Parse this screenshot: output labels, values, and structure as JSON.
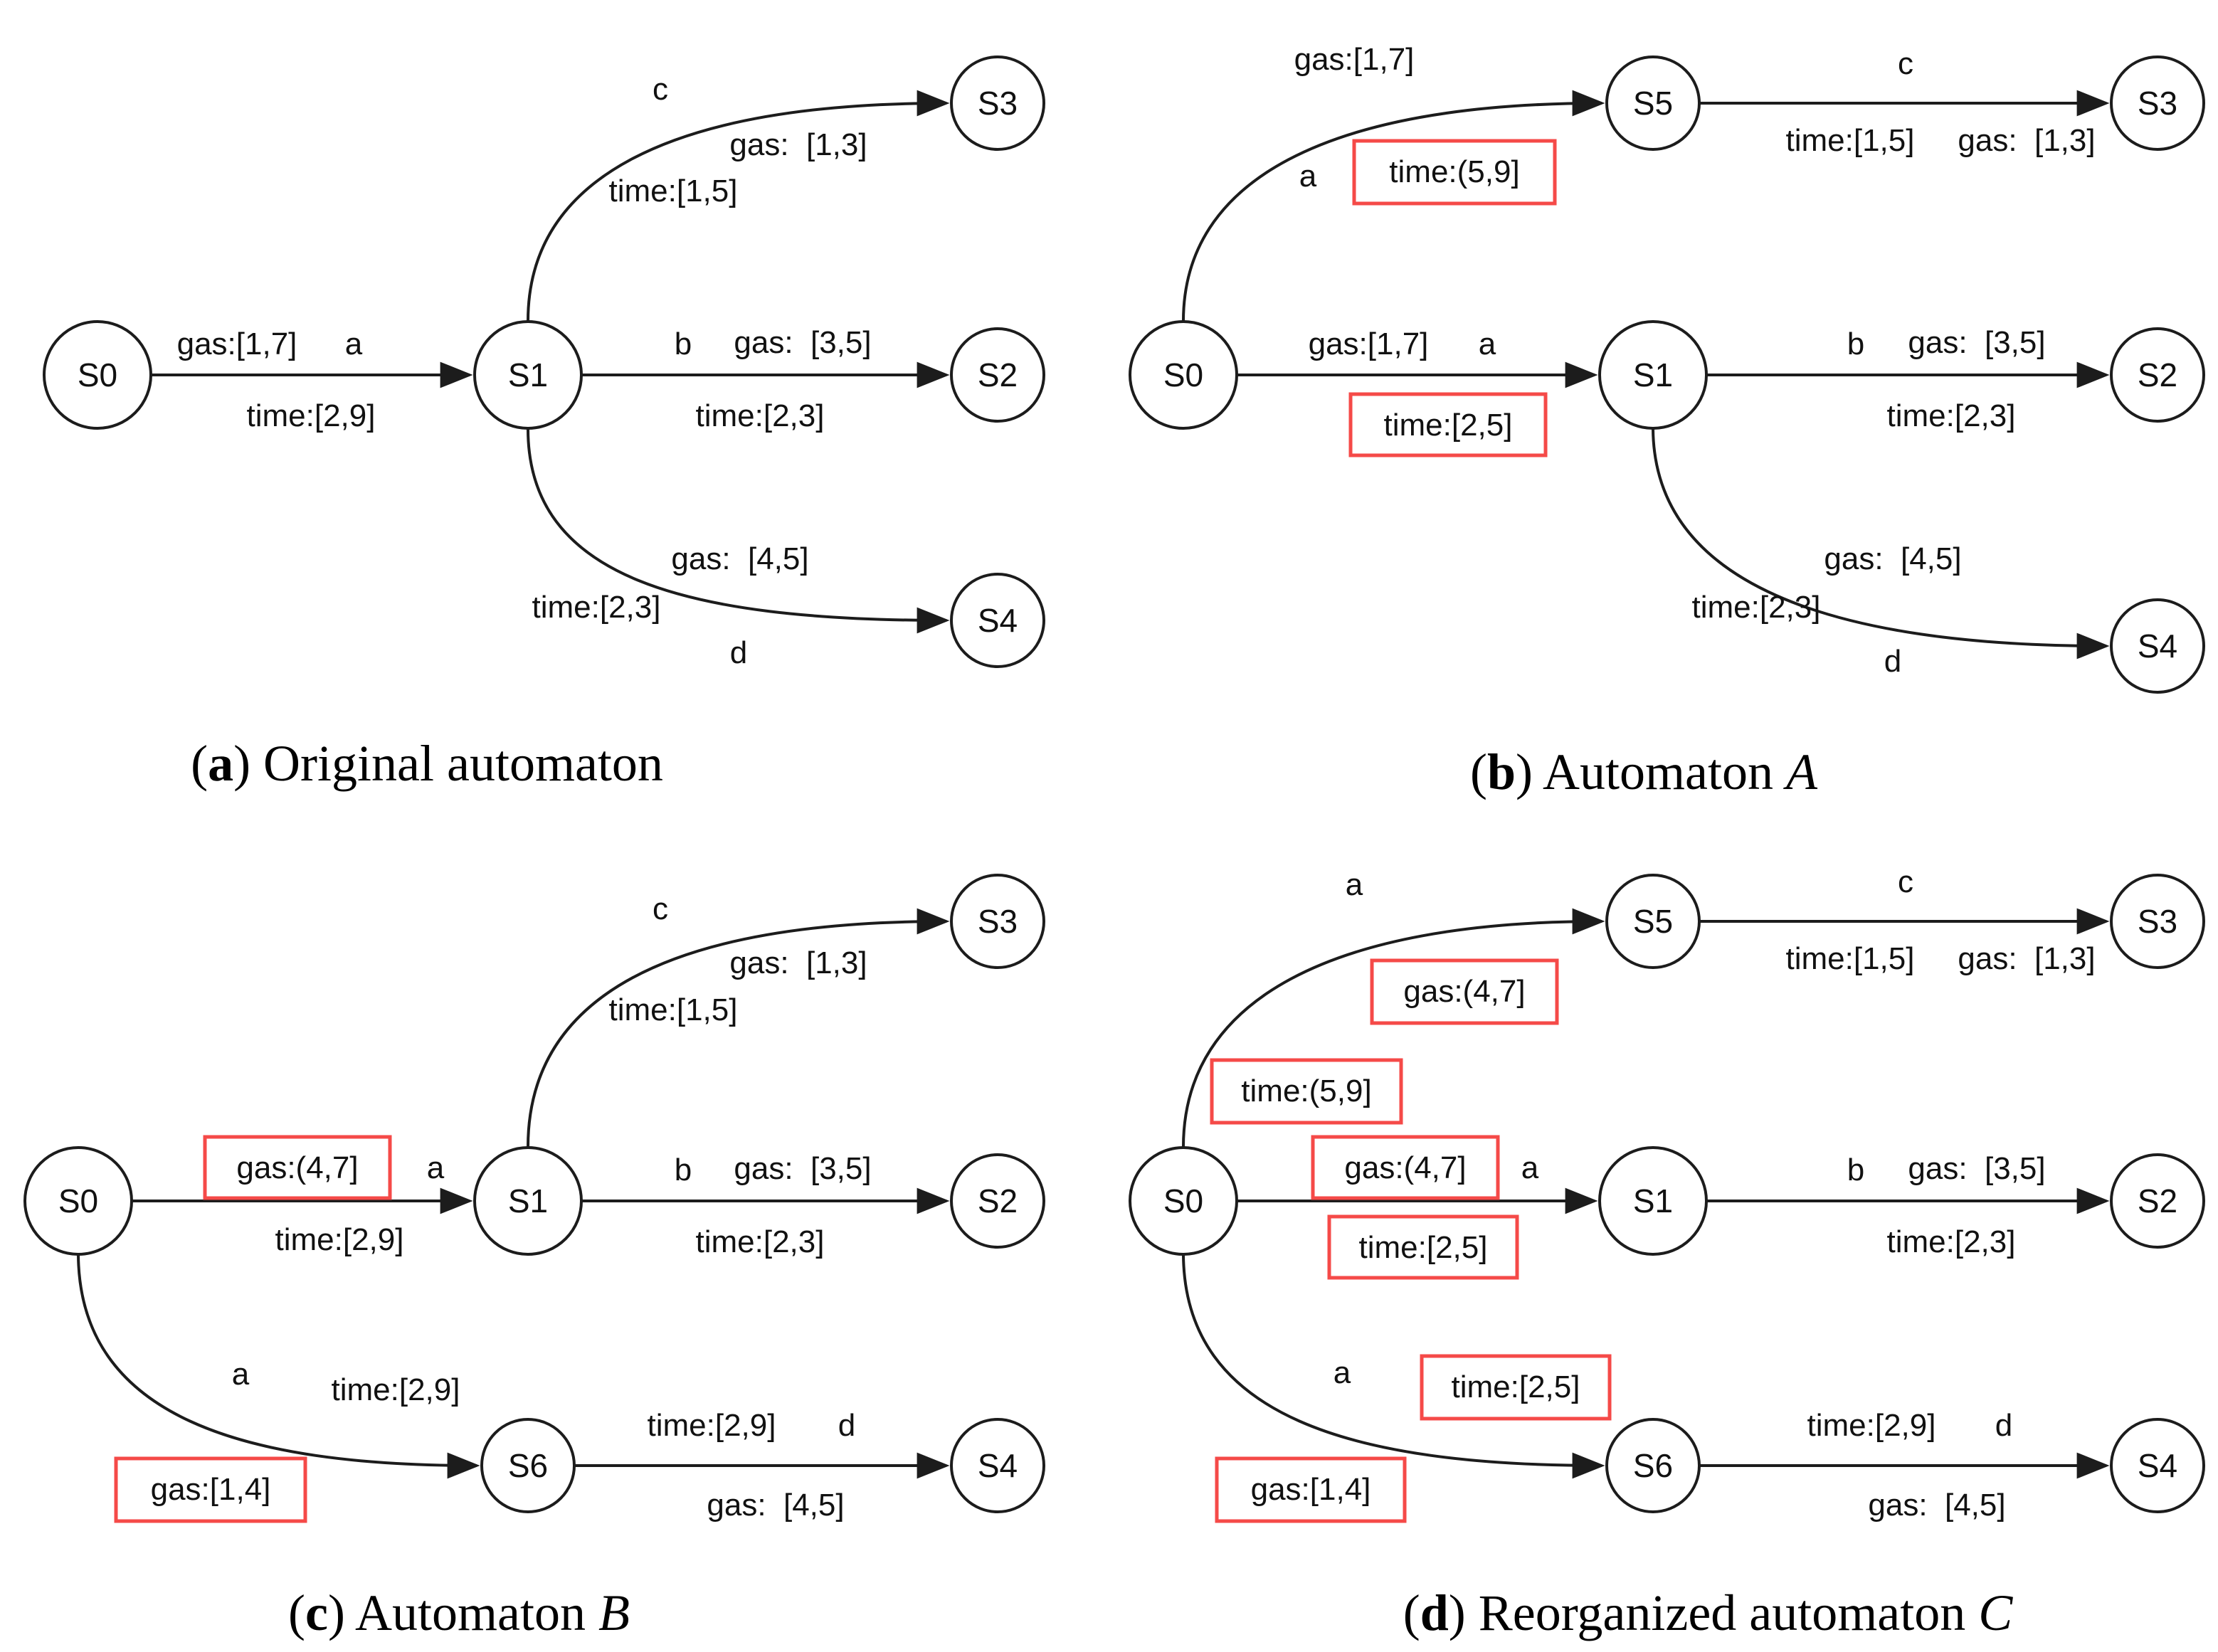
{
  "colors": {
    "red_box": "#f54a48",
    "stroke": "#1c1c1c"
  },
  "panels": {
    "a": {
      "caption": {
        "open": "(",
        "letter": "a",
        "close": ")",
        "rest": " Original automaton",
        "italic": ""
      },
      "nodes": {
        "s0": "S0",
        "s1": "S1",
        "s2": "S2",
        "s3": "S3",
        "s4": "S4"
      },
      "edges": {
        "s0_s1": {
          "gas": "gas:[1,7]",
          "event": "a",
          "time": "time:[2,9]"
        },
        "s1_s3": {
          "event": "c",
          "gas": "gas:  [1,3]",
          "time": "time:[1,5]"
        },
        "s1_s2": {
          "event": "b",
          "gas": "gas:  [3,5]",
          "time": "time:[2,3]"
        },
        "s1_s4": {
          "gas": "gas:  [4,5]",
          "time": "time:[2,3]",
          "event": "d"
        }
      }
    },
    "b": {
      "caption": {
        "open": "(",
        "letter": "b",
        "close": ")",
        "rest": " Automaton ",
        "italic": "A"
      },
      "nodes": {
        "s0": "S0",
        "s5": "S5",
        "s3": "S3",
        "s1": "S1",
        "s2": "S2",
        "s4": "S4"
      },
      "edges": {
        "s0_s5": {
          "gas": "gas:[1,7]",
          "event": "a",
          "time": "time:(5,9]"
        },
        "s5_s3": {
          "event": "c",
          "time": "time:[1,5]",
          "gas": "gas:  [1,3]"
        },
        "s0_s1": {
          "gas": "gas:[1,7]",
          "event": "a",
          "time": "time:[2,5]"
        },
        "s1_s2": {
          "event": "b",
          "gas": "gas:  [3,5]",
          "time": "time:[2,3]"
        },
        "s1_s4": {
          "gas": "gas:  [4,5]",
          "time": "time:[2,3]",
          "event": "d"
        }
      }
    },
    "c": {
      "caption": {
        "open": "(",
        "letter": "c",
        "close": ")",
        "rest": " Automaton ",
        "italic": "B"
      },
      "nodes": {
        "s0": "S0",
        "s1": "S1",
        "s3": "S3",
        "s2": "S2",
        "s6": "S6",
        "s4": "S4"
      },
      "edges": {
        "s0_s1": {
          "gas": "gas:(4,7]",
          "event": "a",
          "time": "time:[2,9]"
        },
        "s1_s3": {
          "event": "c",
          "gas": "gas:  [1,3]",
          "time": "time:[1,5]"
        },
        "s1_s2": {
          "event": "b",
          "gas": "gas:  [3,5]",
          "time": "time:[2,3]"
        },
        "s0_s6": {
          "event": "a",
          "time": "time:[2,9]",
          "gas": "gas:[1,4]"
        },
        "s6_s4": {
          "time": "time:[2,9]",
          "event": "d",
          "gas": "gas:  [4,5]"
        }
      }
    },
    "d": {
      "caption": {
        "open": "(",
        "letter": "d",
        "close": ")",
        "rest": " Reorganized automaton ",
        "italic": "C"
      },
      "nodes": {
        "s0": "S0",
        "s5": "S5",
        "s3": "S3",
        "s1": "S1",
        "s2": "S2",
        "s6": "S6",
        "s4": "S4"
      },
      "edges": {
        "s0_s5": {
          "event": "a",
          "gas": "gas:(4,7]",
          "time": "time:(5,9]"
        },
        "s5_s3": {
          "event": "c",
          "time": "time:[1,5]",
          "gas": "gas:  [1,3]"
        },
        "s0_s1": {
          "gas": "gas:(4,7]",
          "event": "a",
          "time": "time:[2,5]"
        },
        "s1_s2": {
          "event": "b",
          "gas": "gas:  [3,5]",
          "time": "time:[2,3]"
        },
        "s0_s6": {
          "event": "a",
          "time": "time:[2,5]",
          "gas": "gas:[1,4]"
        },
        "s6_s4": {
          "time": "time:[2,9]",
          "event": "d",
          "gas": "gas:  [4,5]"
        }
      }
    }
  }
}
